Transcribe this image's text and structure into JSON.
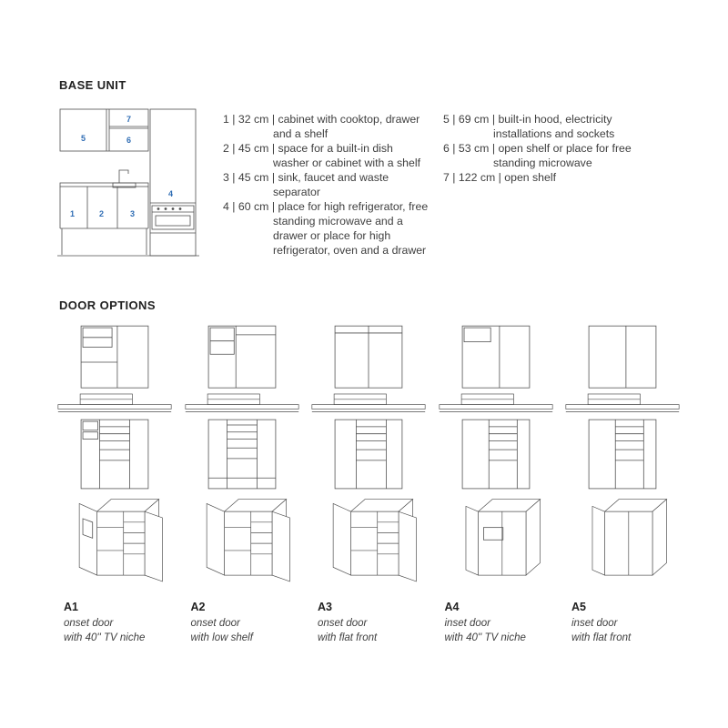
{
  "colors": {
    "accent_blue": "#2f6db4",
    "line": "#4f4f4f",
    "text": "#3e3e3e"
  },
  "base_unit": {
    "title": "BASE UNIT",
    "legend_sep": "|",
    "diagram_labels": [
      "1",
      "2",
      "3",
      "4",
      "5",
      "6",
      "7"
    ],
    "legend_col1": [
      {
        "num": "1",
        "size": "32 cm",
        "desc": "cabinet with cooktop, drawer and a shelf"
      },
      {
        "num": "2",
        "size": "45 cm",
        "desc": "space for a built-in dish washer or cabinet with a shelf"
      },
      {
        "num": "3",
        "size": "45 cm",
        "desc": "sink, faucet  and waste separator"
      },
      {
        "num": "4",
        "size": "60 cm",
        "desc": "place for high refrigerator, free standing microwave and a drawer or place for high refrigerator, oven and a drawer"
      }
    ],
    "legend_col2": [
      {
        "num": "5",
        "size": "69 cm",
        "desc": "built-in hood, electricity installations and sockets"
      },
      {
        "num": "6",
        "size": "53 cm",
        "desc": "open shelf or place for free standing microwave"
      },
      {
        "num": "7",
        "size": "122 cm",
        "desc": "open shelf"
      }
    ]
  },
  "door_options": {
    "title": "DOOR OPTIONS",
    "options": [
      {
        "code": "A1",
        "line1": "onset door",
        "line2": "with 40'' TV niche"
      },
      {
        "code": "A2",
        "line1": "onset door",
        "line2": "with low shelf"
      },
      {
        "code": "A3",
        "line1": "onset door",
        "line2": "with flat front"
      },
      {
        "code": "A4",
        "line1": "inset door",
        "line2": "with 40'' TV niche"
      },
      {
        "code": "A5",
        "line1": "inset door",
        "line2": "with flat front"
      }
    ]
  }
}
